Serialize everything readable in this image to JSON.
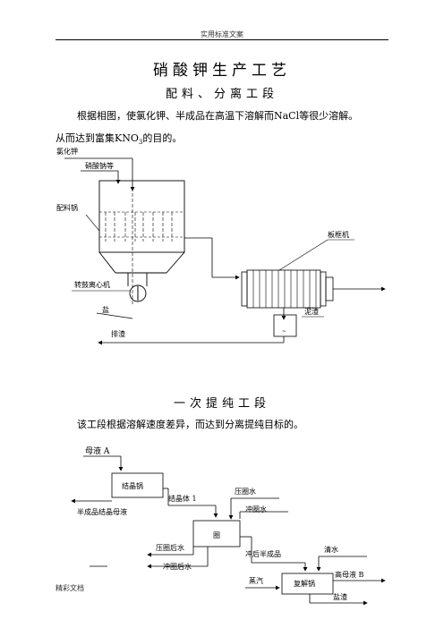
{
  "header": {
    "text": "实用标准文案"
  },
  "title": "硝酸钾生产工艺",
  "section1": {
    "heading": "配料、分离工段",
    "paragraph1": "根据相图，使氯化钾、半成品在高温下溶解而NaCl等很少溶解。",
    "paragraph2": "从而达到富集KNO",
    "paragraph2_sub": "3",
    "paragraph2_end": "的目的。"
  },
  "diagram1": {
    "labels": {
      "kcl": "氯化钾",
      "nitrate": "硝酸钠等",
      "mixer": "配料锅",
      "filter_press": "板框机",
      "centrifuge": "转鼓离心机",
      "salt": "盐",
      "sludge": "泥渣",
      "residue": "排渣"
    }
  },
  "section2": {
    "heading": "一次提纯工段",
    "paragraph": "该工段根据溶解速度差异，而达到分离提纯目标的。"
  },
  "diagram2": {
    "labels": {
      "mother_liquor_a": "母液 A",
      "crystallizer": "结晶锅",
      "crystal1": "结晶体 1",
      "semi_mother": "半成品结晶母液",
      "circle_water": "压圈水",
      "rinse_water": "冲圈水",
      "circle": "圈",
      "after_press": "压圈后水",
      "after_rinse": "冲圈后水",
      "rinsed_semi": "冲后半成品",
      "clear_water": "清水",
      "steam": "蒸汽",
      "redissolver": "复解锅",
      "mother_liquor_b": "高母液 B",
      "salt_residue": "盐渣"
    }
  },
  "footer": {
    "text": "精彩文档"
  }
}
